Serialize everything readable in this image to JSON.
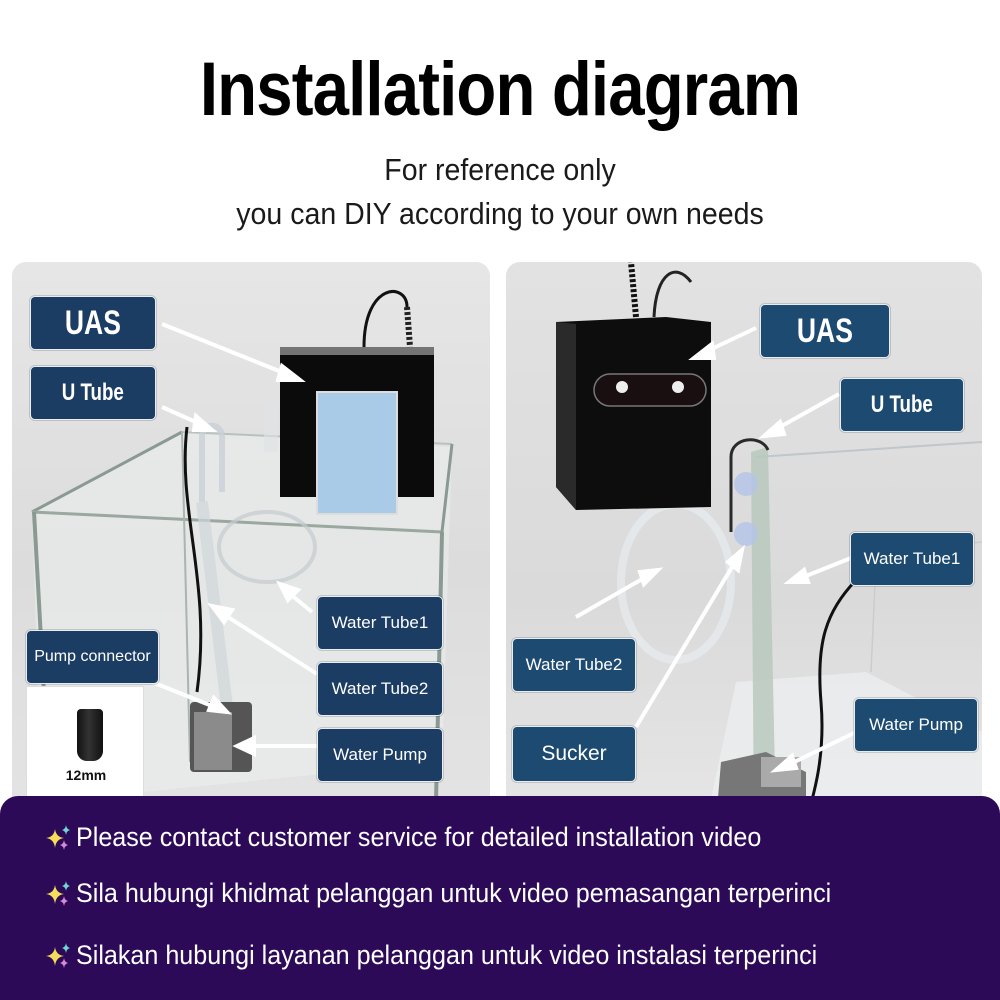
{
  "header": {
    "title": "Installation diagram",
    "subtitle_line1": "For reference only",
    "subtitle_line2": "you can DIY according to your own needs"
  },
  "left_panel": {
    "labels": {
      "uas": "UAS",
      "u_tube": "U Tube",
      "water_tube1": "Water Tube1",
      "water_tube2": "Water Tube2",
      "water_pump": "Water Pump",
      "pump_connector": "Pump connector"
    },
    "connector_dimension": "12mm"
  },
  "right_panel": {
    "labels": {
      "uas": "UAS",
      "u_tube": "U Tube",
      "water_tube1": "Water Tube1",
      "water_tube2": "Water Tube2",
      "sucker": "Sucker",
      "water_pump": "Water Pump"
    }
  },
  "footer": {
    "lines": [
      "Please contact customer service for detailed installation video",
      "Sila hubungi khidmat pelanggan untuk video pemasangan terperinci",
      "Silakan hubungi layanan pelanggan untuk video instalasi terperinci"
    ],
    "bullet_icon": "sparkles-icon"
  },
  "colors": {
    "label_bg": "#1b3c63",
    "footer_bg": "#2d0a57",
    "title": "#000000"
  }
}
